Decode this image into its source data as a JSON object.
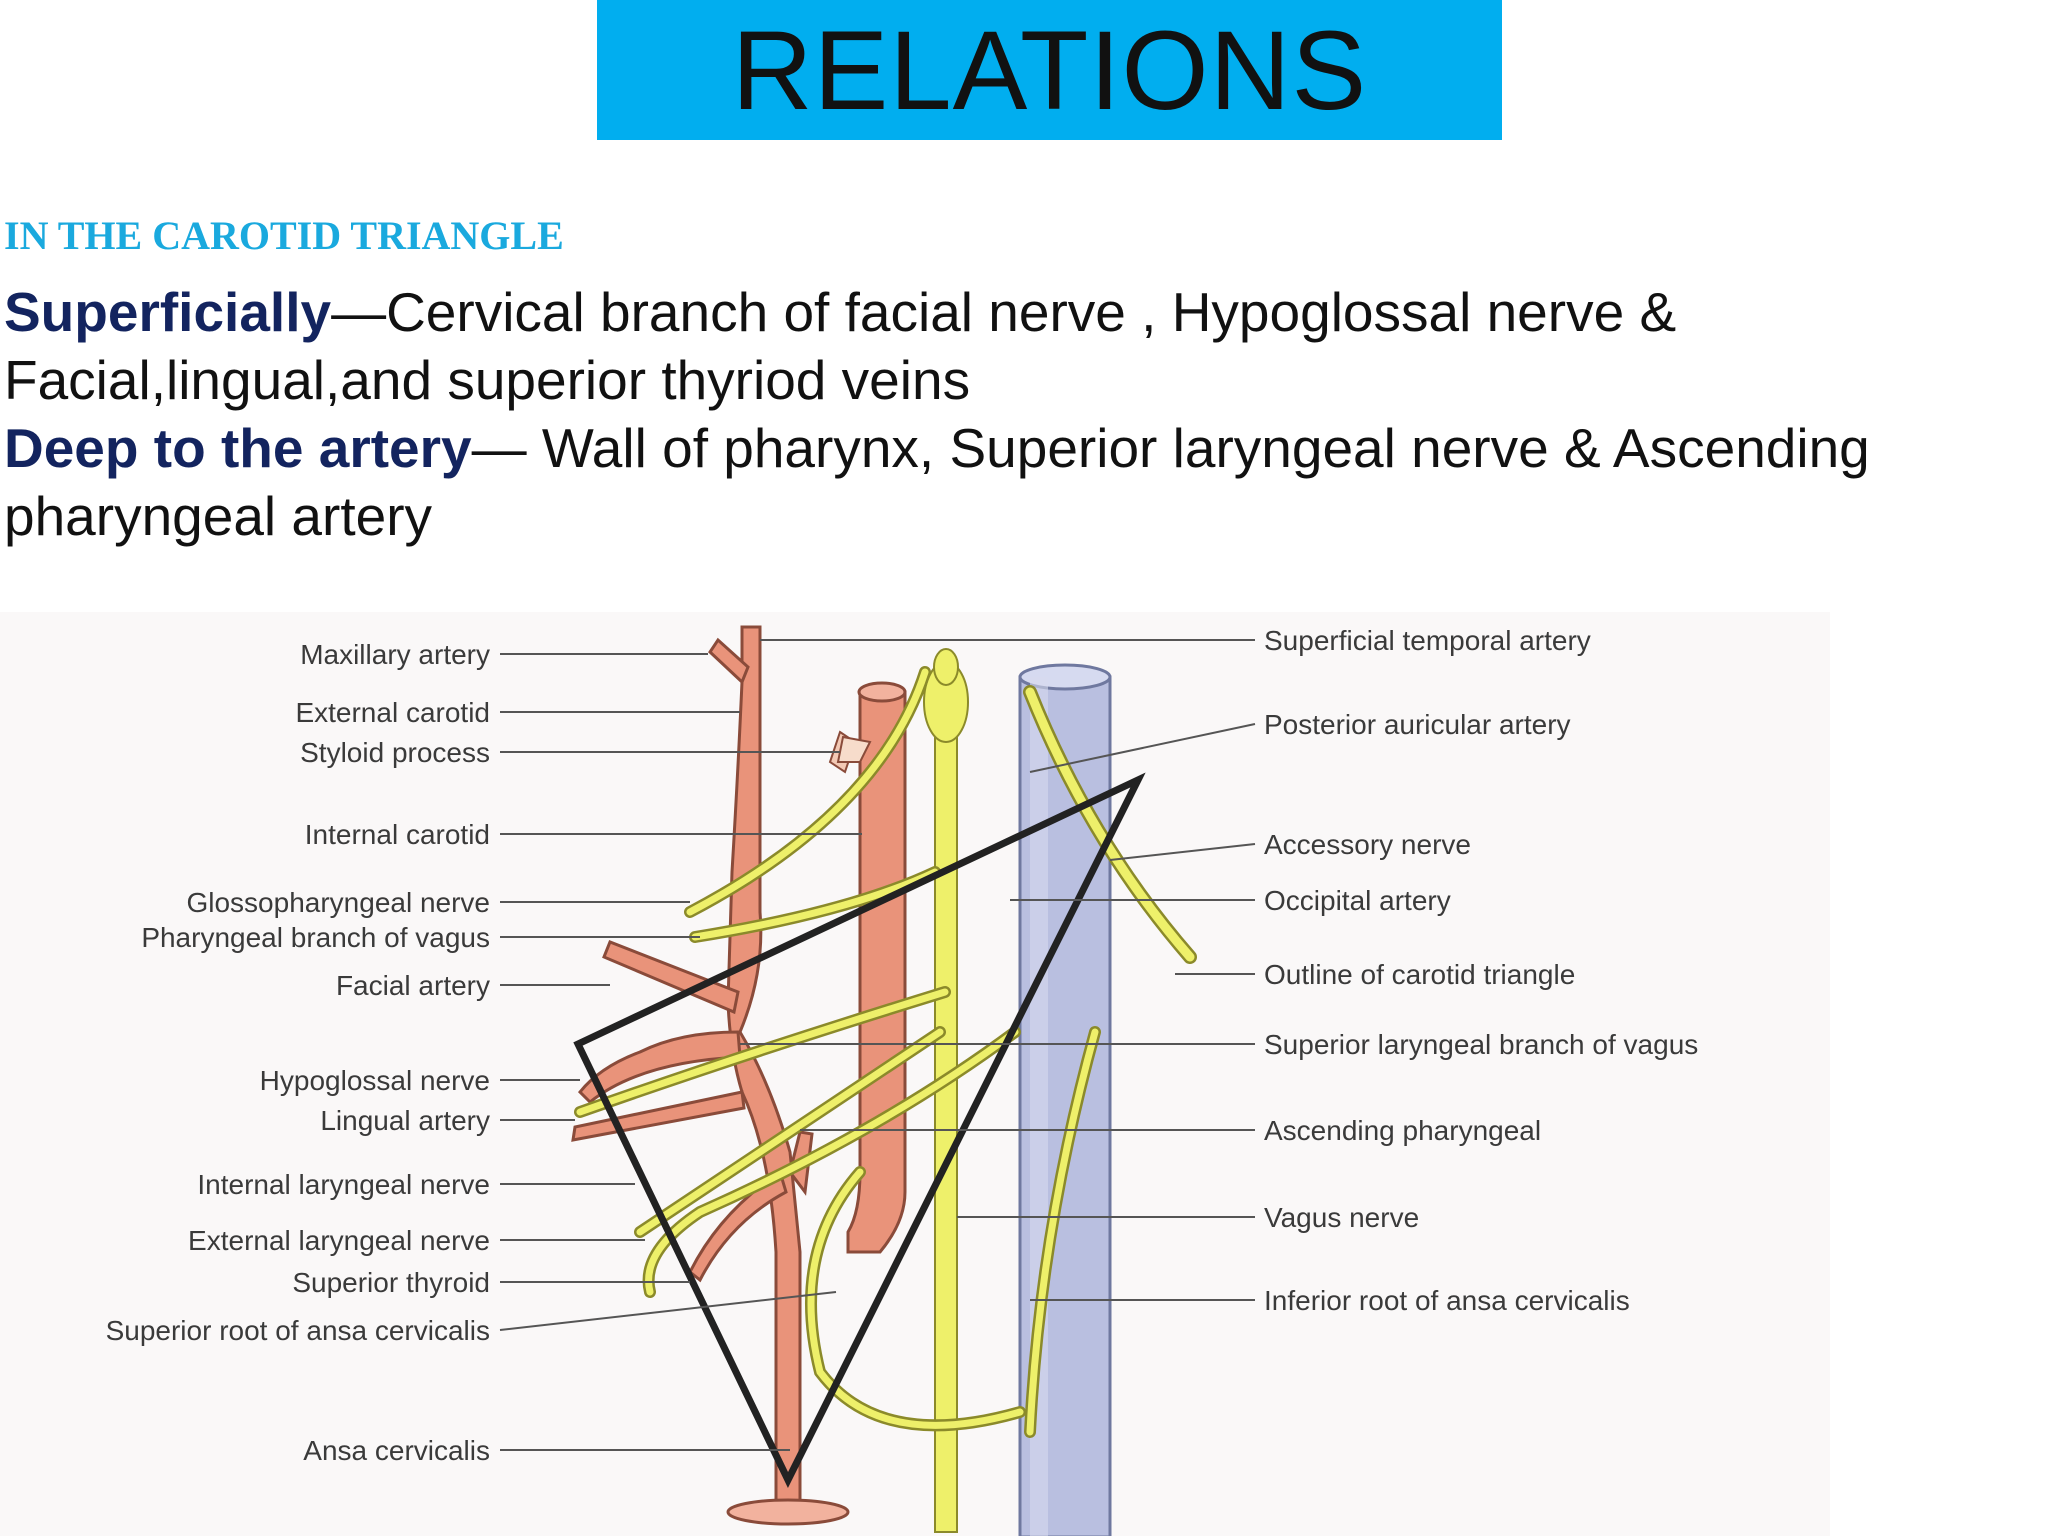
{
  "title": "RELATIONS",
  "subtitle": "IN THE CAROTID TRIANGLE",
  "paragraphs": {
    "superficial": {
      "keyword": "Superficially",
      "text": "—Cervical branch of facial nerve , Hypoglossal nerve  & Facial,lingual,and superior thyriod veins"
    },
    "deep": {
      "keyword": "Deep to the artery",
      "text": "— Wall of pharynx, Superior laryngeal nerve  & Ascending pharyngeal artery"
    }
  },
  "figure": {
    "left_labels": [
      "Maxillary artery",
      "External carotid",
      "Styloid process",
      "Internal carotid",
      "Glossopharyngeal nerve",
      "Pharyngeal branch of vagus",
      "Facial artery",
      "Hypoglossal nerve",
      "Lingual artery",
      "Internal laryngeal nerve",
      "External laryngeal nerve",
      "Superior thyroid",
      "Superior root of ansa cervicalis",
      "Ansa cervicalis"
    ],
    "right_labels": [
      "Superficial temporal artery",
      "Posterior auricular artery",
      "Accessory nerve",
      "Occipital artery",
      "Outline of carotid triangle",
      "Superior laryngeal branch of vagus",
      "Ascending pharyngeal",
      "Vagus nerve",
      "Inferior root of ansa cervicalis"
    ]
  },
  "colors": {
    "banner": "#01aeef",
    "subtitle": "#1aa9de",
    "keyword": "#13245f",
    "artery": "#e9937a",
    "nerve": "#eef06a",
    "vein": "#b9bfe0"
  }
}
